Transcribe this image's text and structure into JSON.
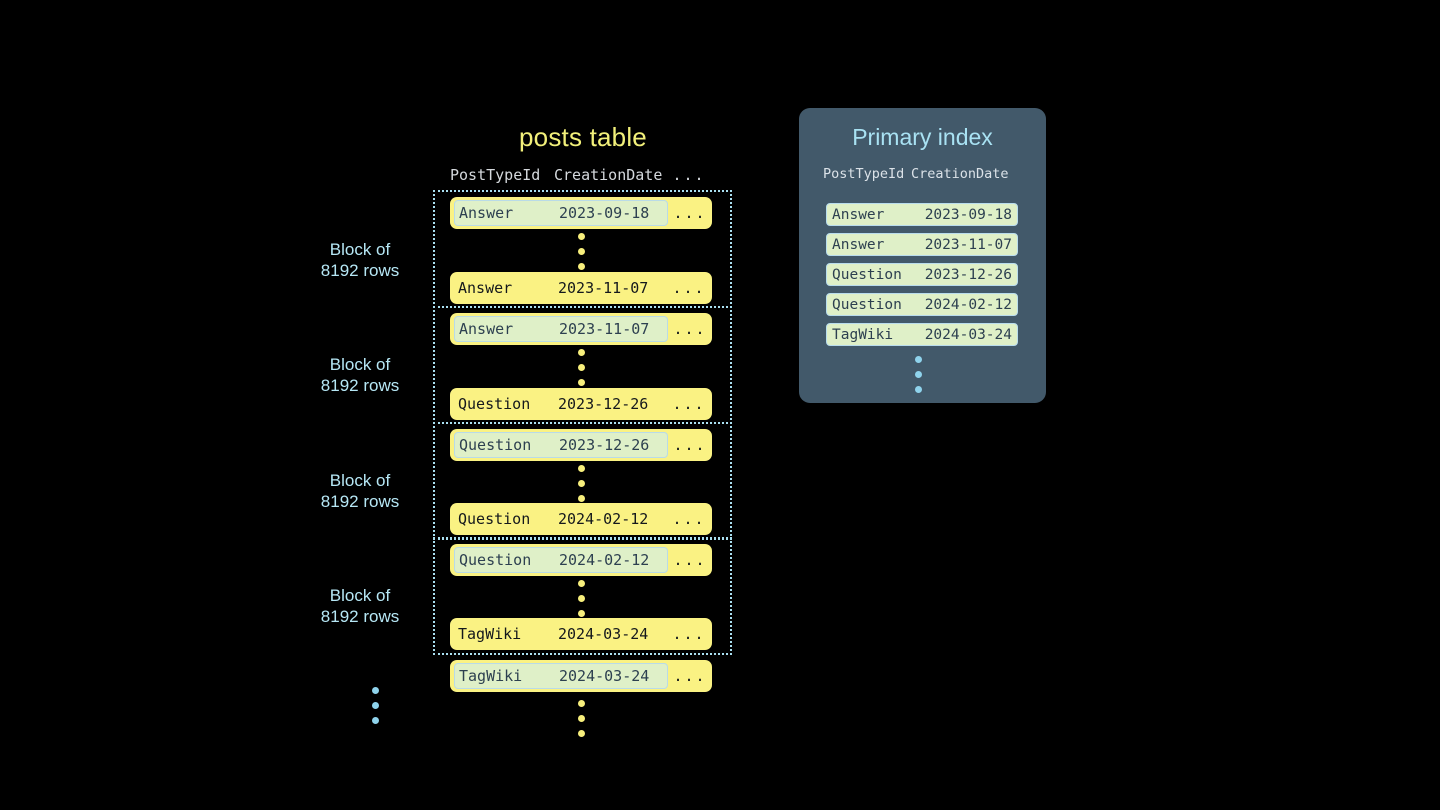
{
  "posts_table": {
    "title": "posts table",
    "columns": [
      "PostTypeId",
      "CreationDate",
      "..."
    ],
    "blocks": [
      {
        "label_line1": "Block of",
        "label_line2": "8192 rows",
        "first_row": {
          "post_type_id": "Answer",
          "creation_date": "2023-09-18",
          "more": "...",
          "highlighted": true
        },
        "last_row": {
          "post_type_id": "Answer",
          "creation_date": "2023-11-07",
          "more": "...",
          "highlighted": false
        }
      },
      {
        "label_line1": "Block of",
        "label_line2": "8192 rows",
        "first_row": {
          "post_type_id": "Answer",
          "creation_date": "2023-11-07",
          "more": "...",
          "highlighted": true
        },
        "last_row": {
          "post_type_id": "Question",
          "creation_date": "2023-12-26",
          "more": "...",
          "highlighted": false
        }
      },
      {
        "label_line1": "Block of",
        "label_line2": "8192 rows",
        "first_row": {
          "post_type_id": "Question",
          "creation_date": "2023-12-26",
          "more": "...",
          "highlighted": true
        },
        "last_row": {
          "post_type_id": "Question",
          "creation_date": "2024-02-12",
          "more": "...",
          "highlighted": false
        }
      },
      {
        "label_line1": "Block of",
        "label_line2": "8192 rows",
        "first_row": {
          "post_type_id": "Question",
          "creation_date": "2024-02-12",
          "more": "...",
          "highlighted": true
        },
        "last_row": {
          "post_type_id": "TagWiki",
          "creation_date": "2024-03-24",
          "more": "...",
          "highlighted": false
        }
      }
    ],
    "trailing_row": {
      "post_type_id": "TagWiki",
      "creation_date": "2024-03-24",
      "more": "...",
      "highlighted": true
    }
  },
  "primary_index": {
    "title": "Primary index",
    "columns": [
      "PostTypeId",
      "CreationDate"
    ],
    "rows": [
      {
        "post_type_id": "Answer",
        "creation_date": "2023-09-18"
      },
      {
        "post_type_id": "Answer",
        "creation_date": "2023-11-07"
      },
      {
        "post_type_id": "Question",
        "creation_date": "2023-12-26"
      },
      {
        "post_type_id": "Question",
        "creation_date": "2024-02-12"
      },
      {
        "post_type_id": "TagWiki",
        "creation_date": "2024-03-24"
      }
    ]
  },
  "colors": {
    "background": "#000000",
    "table_title": "#f2f07a",
    "row_fill": "#faf283",
    "row_text": "#14181c",
    "highlight_fill": "#dff0c8",
    "highlight_border": "#b8dced",
    "highlight_text": "#2d4050",
    "block_border": "#a9dff0",
    "block_label": "#b6e7f5",
    "panel_bg": "#42596a",
    "panel_title": "#a9e2f3",
    "header_text": "#d5d9dd",
    "dots_yellow": "#f7ef7c",
    "dots_blue": "#8fd3ec"
  }
}
